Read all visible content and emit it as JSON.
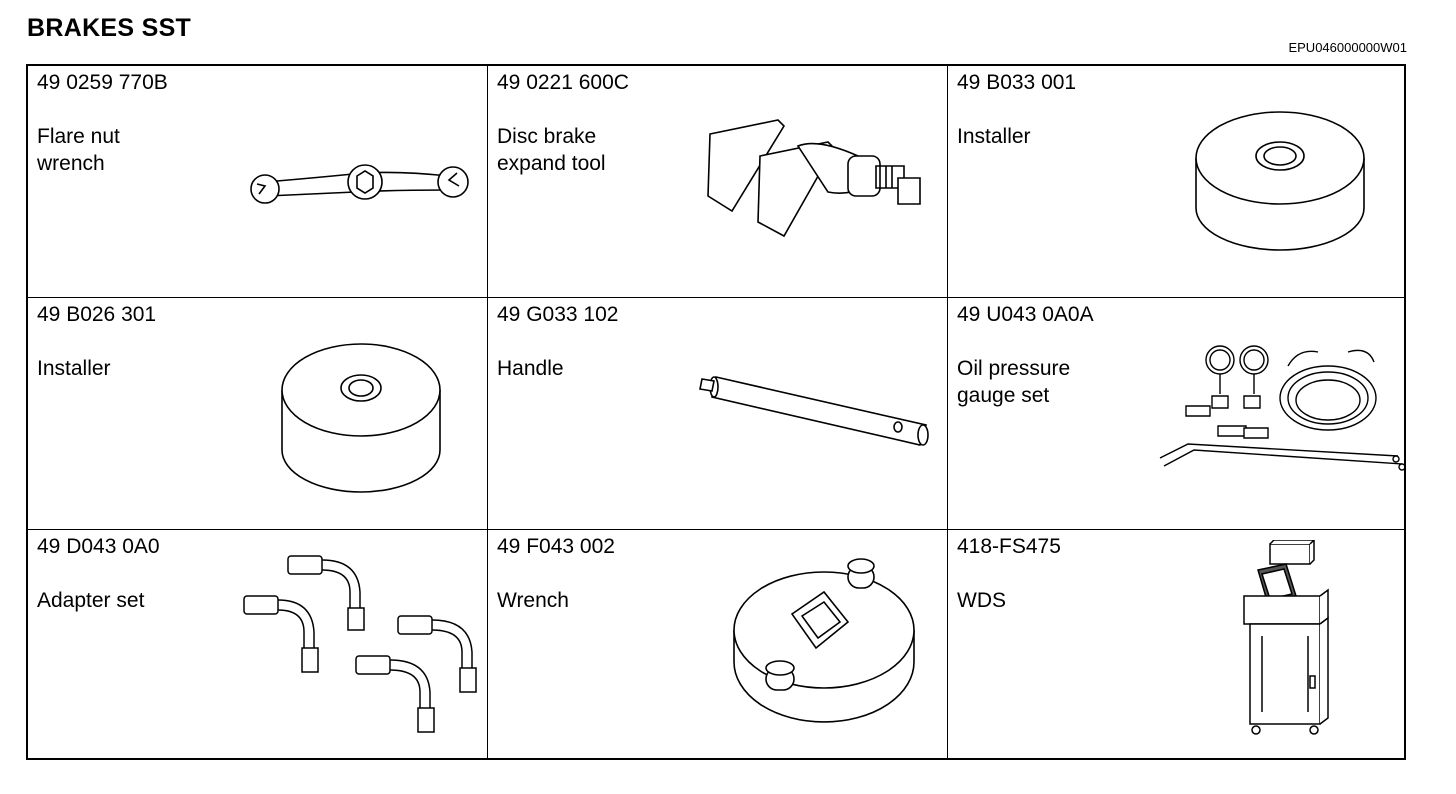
{
  "header": {
    "title": "BRAKES SST",
    "doc_id": "EPU046000000W01"
  },
  "tools": [
    {
      "code": "49 0259 770B",
      "name": "Flare nut\nwrench",
      "icon": "flare-nut-wrench-icon"
    },
    {
      "code": "49 0221 600C",
      "name": "Disc brake\nexpand tool",
      "icon": "disc-brake-expand-tool-icon"
    },
    {
      "code": "49 B033 001",
      "name": "Installer",
      "icon": "installer-icon"
    },
    {
      "code": "49 B026 301",
      "name": "Installer",
      "icon": "installer-icon"
    },
    {
      "code": "49 G033 102",
      "name": "Handle",
      "icon": "handle-icon"
    },
    {
      "code": "49 U043 0A0A",
      "name": "Oil pressure\ngauge set",
      "icon": "oil-pressure-gauge-set-icon"
    },
    {
      "code": "49 D043 0A0",
      "name": "Adapter set",
      "icon": "adapter-set-icon"
    },
    {
      "code": "49 F043 002",
      "name": "Wrench",
      "icon": "wrench-icon"
    },
    {
      "code": "418-FS475",
      "name": "WDS",
      "icon": "wds-icon"
    }
  ]
}
